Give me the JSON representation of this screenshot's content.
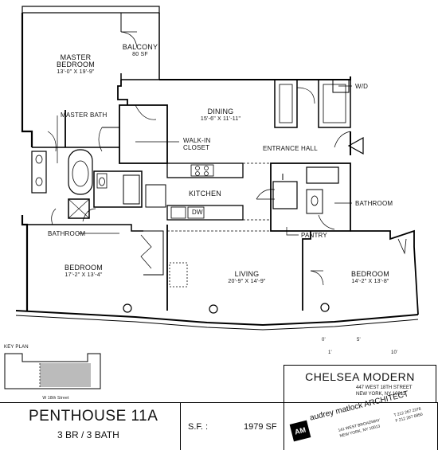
{
  "rooms": {
    "balcony": {
      "name": "BALCONY",
      "area": "80 SF"
    },
    "master_bedroom": {
      "name": "MASTER",
      "name2": "BEDROOM",
      "dims": "13'-0\" X 19'-9\""
    },
    "master_bath": "MASTER BATH",
    "dining": {
      "name": "DINING",
      "dims": "15'-6\" X 11'-11\""
    },
    "walk_in_closet": {
      "name": "WALK-IN",
      "name2": "CLOSET"
    },
    "entrance_hall": "ENTRANCE HALL",
    "wd": "W/D",
    "kitchen": "KITCHEN",
    "dw": "DW",
    "bathroom_left": "BATHROOM",
    "bathroom_right": "BATHROOM",
    "pantry": "PANTRY",
    "bedroom_left": {
      "name": "BEDROOM",
      "dims": "17'-2\" X 13'-4\""
    },
    "living": {
      "name": "LIVING",
      "dims": "20'-9\" X 14'-9\""
    },
    "bedroom_right": {
      "name": "BEDROOM",
      "dims": "14'-2\" X 13'-8\""
    }
  },
  "scale": {
    "zero": "0'",
    "one": "1'",
    "five": "5'",
    "ten": "10'"
  },
  "key_plan": {
    "title": "KEY PLAN",
    "street": "W 18th Street"
  },
  "project": {
    "name": "CHELSEA MODERN",
    "address1": "447 WEST 18TH STREET",
    "address2": "NEW YORK, NY 10011"
  },
  "unit": {
    "title": "PENTHOUSE 11A",
    "subtitle": "3 BR / 3 BATH",
    "sf_label": "S.F. :",
    "sf_value": "1979 SF"
  },
  "architect": {
    "logo": "AM",
    "name": "audrey matlock ARCHITECT",
    "addr1": "141 WEST BROADWAY",
    "addr2": "NEW YORK, NY 10013",
    "phone": "T 212 267 2378",
    "fax": "F 212 267 6850"
  }
}
